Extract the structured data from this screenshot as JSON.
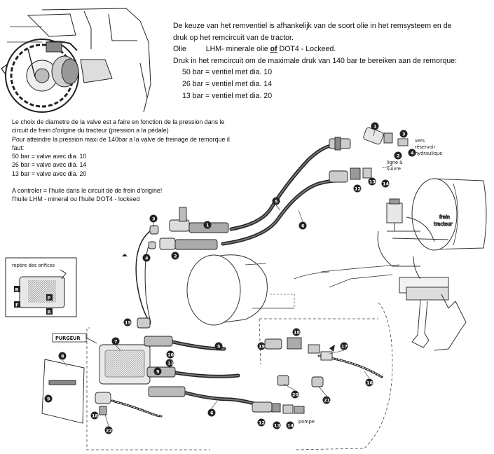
{
  "notes_nl": {
    "line1": "De keuze van het remventiel is afhankelijk van de soort olie in het remsysteem en de",
    "line2": "druk op het remcircuit van de tractor.",
    "oil_label": "Olie",
    "oil_pre": "LHM- minerale olie ",
    "oil_of": "of",
    "oil_post": " DOT4 - Lockeed.",
    "line4": "Druk in het remcircuit om  de maximale druk van 140 bar te bereiken aan de remorque:",
    "items": [
      "50 bar = ventiel met dia. 10",
      "26 bar = ventiel met dia. 14",
      "13 bar = ventiel met dia. 20"
    ]
  },
  "notes_fr": {
    "line1": "Le choix de diametre de la valve est a faire en fonction de la pression dans le",
    "line2": "circuit de frein d'origine du tracteur (pression a la pédale)",
    "line3": "Pour atteindre la pression maxi de 140bar a la valve de freinage de remorque il",
    "line4": "faut:",
    "items": [
      "50 bar = valve avec dia. 10",
      "26 bar = valve avec dia. 14",
      "13 bar = valve avec dia. 20"
    ],
    "control1": "A controler = l'huile dans le circuit de de frein d'origine!",
    "control2": "l'huile LHM - mineral ou l'huile DOT4 - lockeed"
  },
  "labels": {
    "reservoir": [
      "vers",
      "réservoir",
      "hydraulique"
    ],
    "ligne": [
      "ligne à",
      "suivre"
    ],
    "frein": [
      "frein",
      "tracteur"
    ],
    "orifices": "repère des orifices",
    "purgeur": "PURGEUR",
    "pompe": "pompe",
    "ports": [
      "B",
      "F",
      "P",
      "R"
    ]
  },
  "callouts": [
    "1",
    "2",
    "3",
    "4",
    "5",
    "6",
    "7",
    "8",
    "9",
    "10",
    "11",
    "12",
    "13",
    "14",
    "15",
    "16",
    "17",
    "18",
    "19",
    "20",
    "21",
    "22"
  ]
}
